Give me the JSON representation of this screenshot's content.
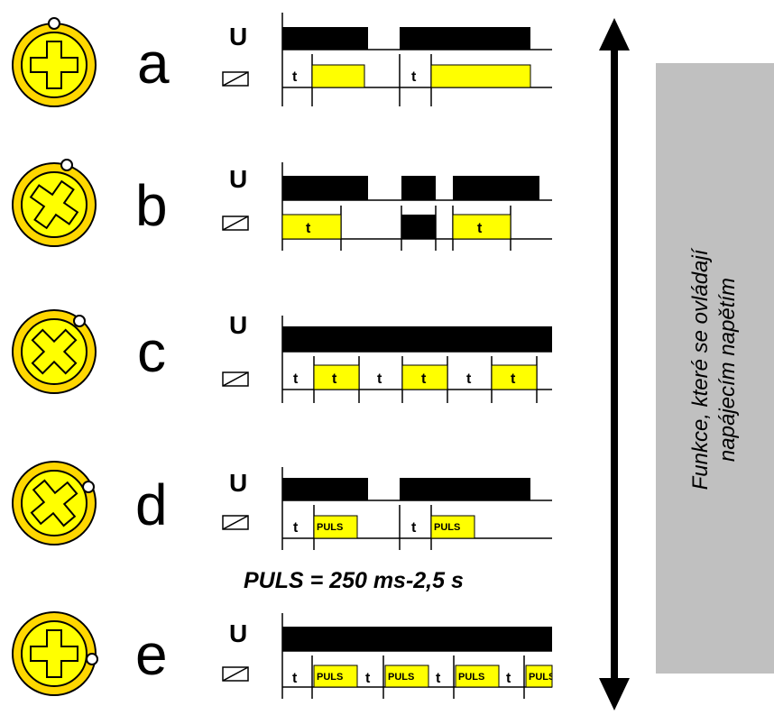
{
  "colors": {
    "yellow": "#ffff00",
    "black": "#000000",
    "panel": "#c0c0c0",
    "line": "#000000"
  },
  "u_label": "U",
  "t_label": "t",
  "puls_label": "PULS",
  "puls_note": "PULS = 250 ms-2,5 s",
  "rows": [
    {
      "letter": "a"
    },
    {
      "letter": "b"
    },
    {
      "letter": "c"
    },
    {
      "letter": "d"
    },
    {
      "letter": "e"
    }
  ],
  "side_text": {
    "line1": "Funkce, které se ovládají",
    "line2": "napájecím napětím"
  }
}
